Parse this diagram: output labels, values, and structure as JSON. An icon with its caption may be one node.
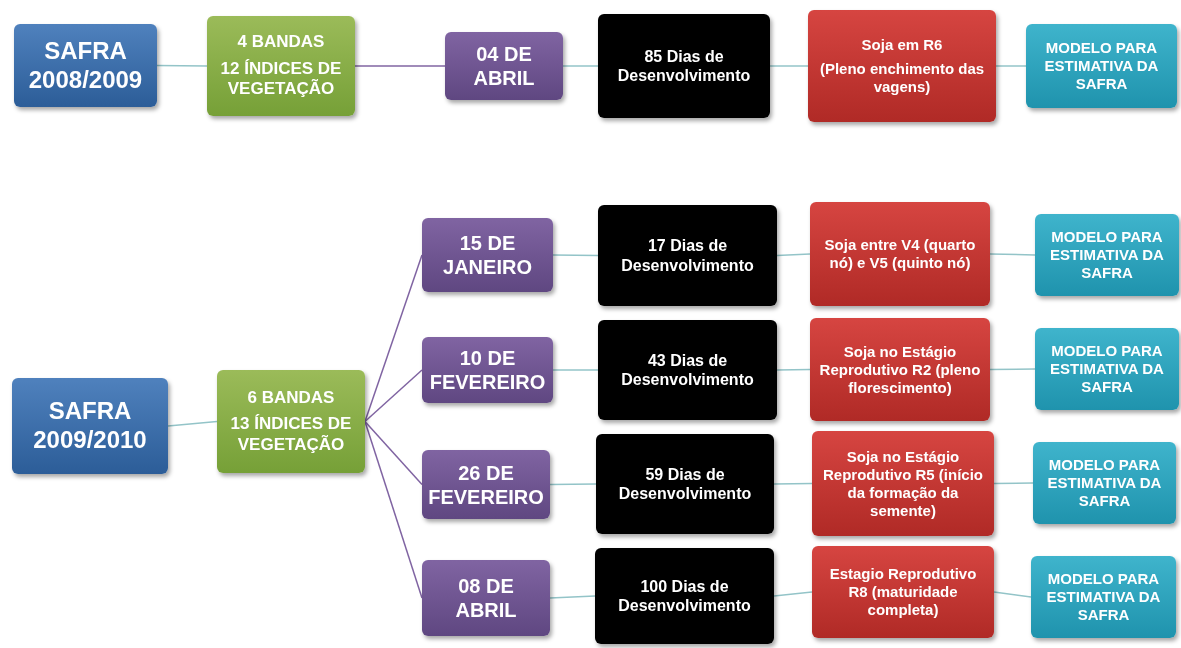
{
  "diagram": {
    "nodes": [
      {
        "text": [
          "SAFRA 2008/2009"
        ]
      },
      {
        "text": [
          "4 BANDAS",
          "12 ÍNDICES DE VEGETAÇÃO"
        ]
      },
      {
        "text": [
          "04 DE ABRIL"
        ]
      },
      {
        "text": [
          "85 Dias de Desenvolvimento"
        ]
      },
      {
        "text": [
          "Soja em R6",
          "(Pleno enchimento das vagens)"
        ]
      },
      {
        "text": [
          "MODELO PARA ESTIMATIVA DA SAFRA"
        ]
      },
      {
        "text": [
          "SAFRA 2009/2010"
        ]
      },
      {
        "text": [
          "6 BANDAS",
          "13 ÍNDICES DE VEGETAÇÃO"
        ]
      },
      {
        "text": [
          "15 DE JANEIRO"
        ]
      },
      {
        "text": [
          "17 Dias de Desenvolvimento"
        ]
      },
      {
        "text": [
          "Soja entre V4 (quarto nó) e V5 (quinto nó)"
        ]
      },
      {
        "text": [
          "MODELO PARA ESTIMATIVA DA SAFRA"
        ]
      },
      {
        "text": [
          "10 DE FEVEREIRO"
        ]
      },
      {
        "text": [
          "43 Dias de Desenvolvimento"
        ]
      },
      {
        "text": [
          "Soja no Estágio Reprodutivo R2 (pleno florescimento)"
        ]
      },
      {
        "text": [
          "MODELO PARA ESTIMATIVA DA SAFRA"
        ]
      },
      {
        "text": [
          "26 DE FEVEREIRO"
        ]
      },
      {
        "text": [
          "59 Dias de Desenvolvimento"
        ]
      },
      {
        "text": [
          "Soja no Estágio Reprodutivo R5 (início da formação da semente)"
        ]
      },
      {
        "text": [
          "MODELO PARA ESTIMATIVA DA SAFRA"
        ]
      },
      {
        "text": [
          "08 DE ABRIL"
        ]
      },
      {
        "text": [
          "100 Dias de Desenvolvimento"
        ]
      },
      {
        "text": [
          "Estagio Reprodutivo R8 (maturidade completa)"
        ]
      },
      {
        "text": [
          "MODELO PARA ESTIMATIVA DA SAFRA"
        ]
      }
    ],
    "edges": [
      {
        "from": 0,
        "to": 1,
        "arrow": "none"
      },
      {
        "from": 1,
        "to": 2,
        "arrow": "none",
        "color": "#8064a2"
      },
      {
        "from": 2,
        "to": 3,
        "arrow": "none"
      },
      {
        "from": 3,
        "to": 4,
        "arrow": "none"
      },
      {
        "from": 4,
        "to": 5,
        "arrow": "none"
      },
      {
        "from": 6,
        "to": 7,
        "arrow": "none"
      },
      {
        "from": 7,
        "to": 8,
        "arrow": "none",
        "color": "#8064a2"
      },
      {
        "from": 7,
        "to": 12,
        "arrow": "none",
        "color": "#8064a2"
      },
      {
        "from": 7,
        "to": 16,
        "arrow": "none",
        "color": "#8064a2"
      },
      {
        "from": 7,
        "to": 20,
        "arrow": "none",
        "color": "#8064a2"
      },
      {
        "from": 8,
        "to": 9,
        "arrow": "none"
      },
      {
        "from": 9,
        "to": 10,
        "arrow": "none"
      },
      {
        "from": 10,
        "to": 11,
        "arrow": "none"
      },
      {
        "from": 12,
        "to": 13,
        "arrow": "none"
      },
      {
        "from": 13,
        "to": 14,
        "arrow": "none"
      },
      {
        "from": 14,
        "to": 15,
        "arrow": "none"
      },
      {
        "from": 16,
        "to": 17,
        "arrow": "none"
      },
      {
        "from": 17,
        "to": 18,
        "arrow": "none"
      },
      {
        "from": 18,
        "to": 19,
        "arrow": "none"
      },
      {
        "from": 20,
        "to": 21,
        "arrow": "none"
      },
      {
        "from": 21,
        "to": 22,
        "arrow": "none"
      },
      {
        "from": 22,
        "to": 23,
        "arrow": "none"
      }
    ]
  }
}
